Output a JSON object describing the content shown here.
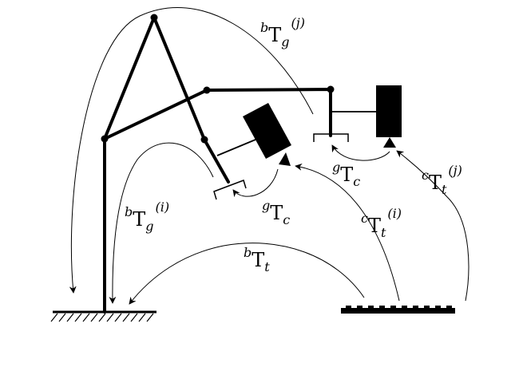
{
  "labels": {
    "bTg_j": {
      "pre": "b",
      "main": "T",
      "sub": "g",
      "post": "(j)"
    },
    "bTg_i": {
      "pre": "b",
      "main": "T",
      "sub": "g",
      "post": "(i)"
    },
    "gTc_left": {
      "pre": "g",
      "main": "T",
      "sub": "c",
      "post": ""
    },
    "gTc_right": {
      "pre": "g",
      "main": "T",
      "sub": "c",
      "post": ""
    },
    "cTt_i": {
      "pre": "c",
      "main": "T",
      "sub": "t",
      "post": "(i)"
    },
    "cTt_j": {
      "pre": "c",
      "main": "T",
      "sub": "t",
      "post": "(j)"
    },
    "bTt": {
      "pre": "b",
      "main": "T",
      "sub": "t",
      "post": ""
    }
  }
}
